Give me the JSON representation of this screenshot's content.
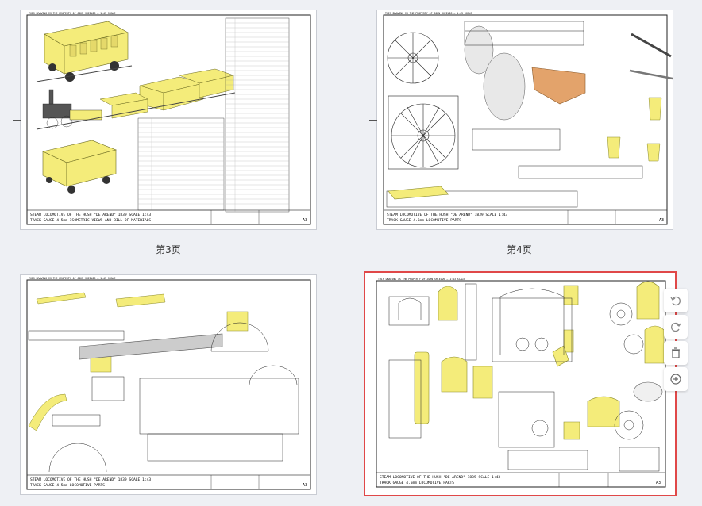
{
  "pages": [
    {
      "id": "p3",
      "label": "第3页",
      "header": "THIS DRAWING IS THE PROPERTY OF JOHN SHIELDS — 1:43 SCALE",
      "title_line1": "STEAM LOCOMOTIVE OF THE HUSH \"DE AREND\" 1839  SCALE 1:43",
      "title_line2": "TRACK GAUGE 4.5mm ISOMETRIC VIEWS AND BILL OF MATERIALS",
      "sheet_no": "A3"
    },
    {
      "id": "p4",
      "label": "第4页",
      "header": "THIS DRAWING IS THE PROPERTY OF JOHN SHIELDS — 1:43 SCALE",
      "title_line1": "STEAM LOCOMOTIVE OF THE HUSH \"DE AREND\" 1839  SCALE 1:43",
      "title_line2": "TRACK GAUGE 4.5mm LOCOMOTIVE PARTS",
      "sheet_no": "A3"
    },
    {
      "id": "p5",
      "label": "",
      "header": "THIS DRAWING IS THE PROPERTY OF JOHN SHIELDS — 1:43 SCALE",
      "title_line1": "STEAM LOCOMOTIVE OF THE HUSH \"DE AREND\" 1839  SCALE 1:43",
      "title_line2": "TRACK GAUGE 4.5mm LOCOMOTIVE PARTS",
      "sheet_no": "A3"
    },
    {
      "id": "p6",
      "label": "",
      "header": "THIS DRAWING IS THE PROPERTY OF JOHN SHIELDS — 1:43 SCALE",
      "title_line1": "STEAM LOCOMOTIVE OF THE HUSH \"DE AREND\" 1839  SCALE 1:43",
      "title_line2": "TRACK GAUGE 4.5mm LOCOMOTIVE PARTS",
      "sheet_no": "A3",
      "selected": true
    }
  ],
  "toolbar": {
    "buttons": [
      {
        "name": "rotate-left-icon"
      },
      {
        "name": "rotate-right-icon"
      },
      {
        "name": "delete-icon"
      },
      {
        "name": "add-icon"
      }
    ]
  },
  "colors": {
    "part_fill": "#f4ec7a",
    "part_stroke": "#8a8a2a",
    "selected_border": "#e04848"
  }
}
